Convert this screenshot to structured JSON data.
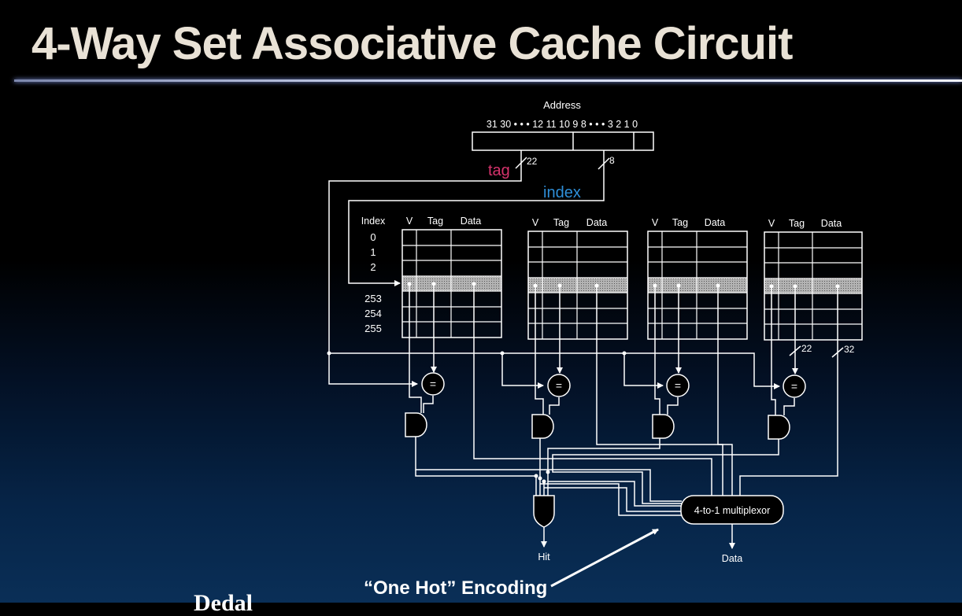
{
  "slide": {
    "title": "4-Way Set Associative Cache Circuit"
  },
  "address": {
    "label": "Address",
    "bits": "31 30 • • • 12 11 10 9 8 • • • 3 2 1 0",
    "tag_width": "22",
    "index_width": "8"
  },
  "annotations": {
    "tag": "tag",
    "index": "index",
    "one_hot": "“One Hot” Encoding",
    "tag_color": "#d6336c",
    "index_color": "#2f8fd8"
  },
  "table": {
    "index_header": "Index",
    "col_v": "V",
    "col_tag": "Tag",
    "col_data": "Data",
    "rows_top": [
      "0",
      "1",
      "2"
    ],
    "rows_bottom": [
      "253",
      "254",
      "255"
    ]
  },
  "compare_symbol": "=",
  "way4": {
    "tag_bus": "22",
    "data_bus": "32"
  },
  "mux": {
    "label": "4-to-1 multiplexor"
  },
  "outputs": {
    "hit": "Hit",
    "data": "Data"
  },
  "footer_fragment": "Dedal"
}
